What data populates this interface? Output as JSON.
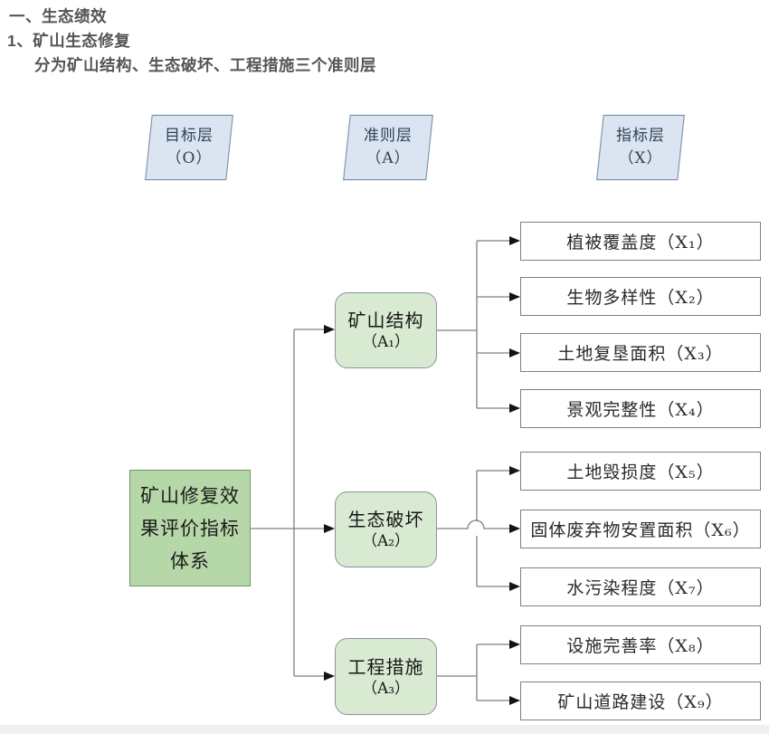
{
  "header": {
    "line1": "一、生态绩效",
    "line2": "1、矿山生态修复",
    "line3": "分为矿山结构、生态破坏、工程措施三个准则层"
  },
  "layers": [
    {
      "label": "目标层",
      "code": "（O）"
    },
    {
      "label": "准则层",
      "code": "（A）"
    },
    {
      "label": "指标层",
      "code": "（X）"
    }
  ],
  "goal": {
    "lines": [
      "矿山修复效",
      "果评价指标",
      "体系"
    ]
  },
  "criteria": [
    {
      "name": "矿山结构",
      "code": "（A₁）"
    },
    {
      "name": "生态破坏",
      "code": "（A₂）"
    },
    {
      "name": "工程措施",
      "code": "（A₃）"
    }
  ],
  "indicators": [
    "植被覆盖度（X₁）",
    "生物多样性（X₂）",
    "土地复垦面积（X₃）",
    "景观完整性（X₄）",
    "土地毁损度（X₅）",
    "固体废弃物安置面积（X₆）",
    "水污染程度（X₇）",
    "设施完善率（X₈）",
    "矿山道路建设（X₉）"
  ],
  "colors": {
    "goal_fill": "#b6d7a8",
    "criteria_fill": "#d9ead3",
    "layer_tag_fill": "#dbe5f1",
    "line_gray": "#7f7f7f",
    "arrow_black": "#141414",
    "header_text": "#555555"
  }
}
